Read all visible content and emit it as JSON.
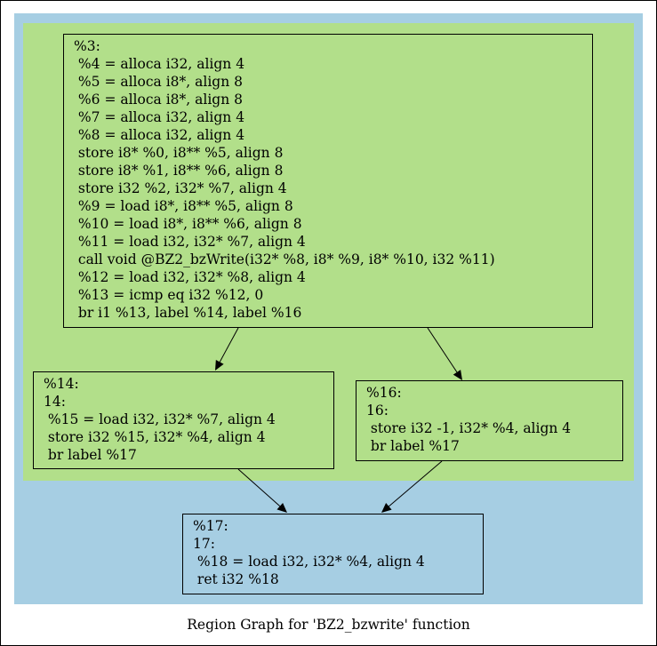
{
  "colors": {
    "outer_region": "#a6cee3",
    "inner_region": "#b2df8a",
    "edge": "#000000"
  },
  "nodes": {
    "n3": {
      "lines": [
        "%3:",
        " %4 = alloca i32, align 4",
        " %5 = alloca i8*, align 8",
        " %6 = alloca i8*, align 8",
        " %7 = alloca i32, align 4",
        " %8 = alloca i32, align 4",
        " store i8* %0, i8** %5, align 8",
        " store i8* %1, i8** %6, align 8",
        " store i32 %2, i32* %7, align 4",
        " %9 = load i8*, i8** %5, align 8",
        " %10 = load i8*, i8** %6, align 8",
        " %11 = load i32, i32* %7, align 4",
        " call void @BZ2_bzWrite(i32* %8, i8* %9, i8* %10, i32 %11)",
        " %12 = load i32, i32* %8, align 4",
        " %13 = icmp eq i32 %12, 0",
        " br i1 %13, label %14, label %16"
      ]
    },
    "n14": {
      "lines": [
        "%14:",
        "14:",
        " %15 = load i32, i32* %7, align 4",
        " store i32 %15, i32* %4, align 4",
        " br label %17"
      ]
    },
    "n16": {
      "lines": [
        "%16:",
        "16:",
        " store i32 -1, i32* %4, align 4",
        " br label %17"
      ]
    },
    "n17": {
      "lines": [
        "%17:",
        "17:",
        " %18 = load i32, i32* %4, align 4",
        " ret i32 %18"
      ]
    }
  },
  "edges": [
    {
      "from": "n3",
      "to": "n14"
    },
    {
      "from": "n3",
      "to": "n16"
    },
    {
      "from": "n14",
      "to": "n17"
    },
    {
      "from": "n16",
      "to": "n17"
    }
  ],
  "caption": "Region Graph for 'BZ2_bzwrite' function"
}
